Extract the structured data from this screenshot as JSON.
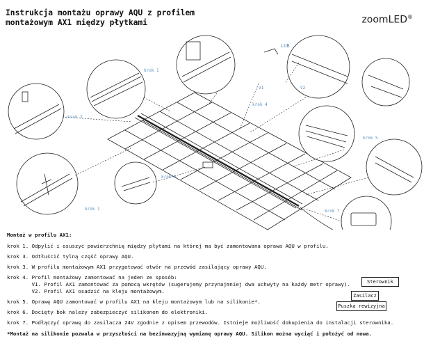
{
  "header": {
    "title_line1": "Instrukcja montażu oprawy AQU z profilem",
    "title_line2": "montażowym AX1 między płytkami",
    "brand": "zoomLED",
    "brand_mark": "®"
  },
  "diagram": {
    "labels": {
      "krok1_top": "krok 1",
      "krok2": "krok 2",
      "krok1_bottom": "krok 1",
      "krok4": "krok 4",
      "krok5": "krok 5",
      "krok6": "krok 6",
      "krok7": "krok 7",
      "lub": "LUB",
      "v1": "V1",
      "v2": "V2"
    },
    "controller_labels": {
      "sterownik": "Sterownik",
      "zasilacz": "Zasilacz",
      "puszka": "Puszka rewizyjna"
    },
    "colors": {
      "line": "#222222",
      "step_label": "#5b8fbf",
      "tile_fill": "#ffffff"
    }
  },
  "instructions": {
    "heading": "Montaż w profilu AX1:",
    "steps": [
      "krok 1. Odpylić i osuszyć powierzchnię między płytami na której ma być zamontowana oprawa AQU w profilu.",
      "krok 3. Odtłuścić tylną część oprawy AQU.",
      "krok 3. W profilu montażowym AX1 przygotować otwór na przewód zasilający oprawy AQU.",
      "krok 4. Profil montażowy zamontować na jeden ze sposób:\n        V1. Profil AX1 zamontować za pomocą wkrętów (sugerujemy przynajmniej dwa uchwyty na każdy metr oprawy).\n        V2. Profil AX1 osadzić na kleju montażowym.",
      "krok 5. Oprawę AQU zamontować w profilu AX1 na kleju montażowym lub na silikonie*.",
      "krok 6. Docięty bok należy zabezpieczyć silikonem do elektroniki.",
      "krok 7. Podłączyć oprawę do zasilacza 24V zgodnie z opisem przewodów. Istnieje możliwość dokupienia do instalacji sterownika."
    ],
    "footnote": "*Montaż na silikonie pozwala w przyszłości na bezinwazyjną wymianę oprawy AQU. Silikon można wyciąć i położyć od nowa."
  }
}
